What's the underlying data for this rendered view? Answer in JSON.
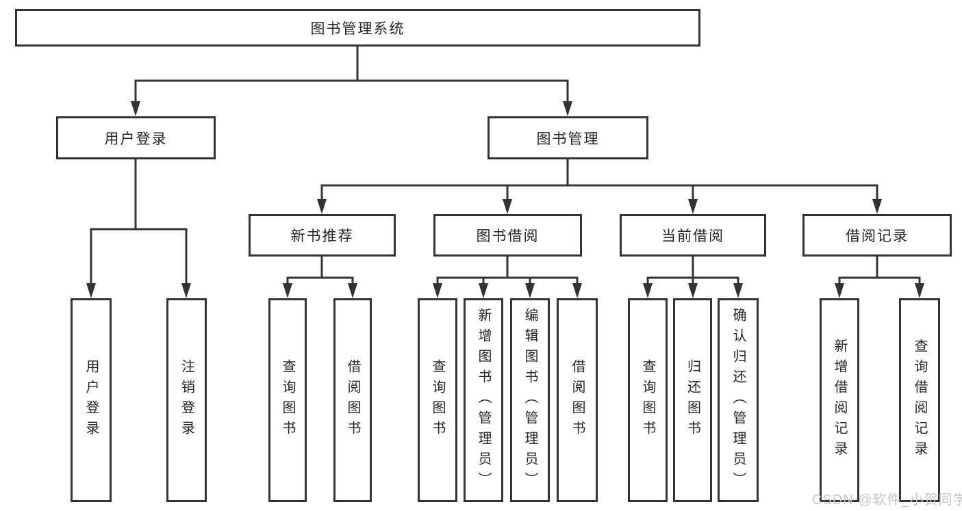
{
  "diagram": {
    "root_label": "图书管理系统",
    "level2": [
      "用户登录",
      "图书管理"
    ],
    "level3": [
      "新书推荐",
      "图书借阅",
      "当前借阅",
      "借阅记录"
    ],
    "leaves": {
      "login": [
        "用户登录",
        "注销登录"
      ],
      "recommend": [
        "查询图书",
        "借阅图书"
      ],
      "borrow": [
        "查询图书",
        "新增图书（管理员）",
        "编辑图书（管理员）",
        "借阅图书"
      ],
      "current": [
        "查询图书",
        "归还图书",
        "确认归还（管理员）"
      ],
      "records": [
        "新增借阅记录",
        "查询借阅记录"
      ]
    }
  },
  "watermark": "CSDN @软件_小贺同学",
  "colors": {
    "line": "#333333",
    "text": "#262626",
    "box_background": "#ffffff",
    "watermark": "#c7c6c6",
    "background": "#ffffff"
  }
}
